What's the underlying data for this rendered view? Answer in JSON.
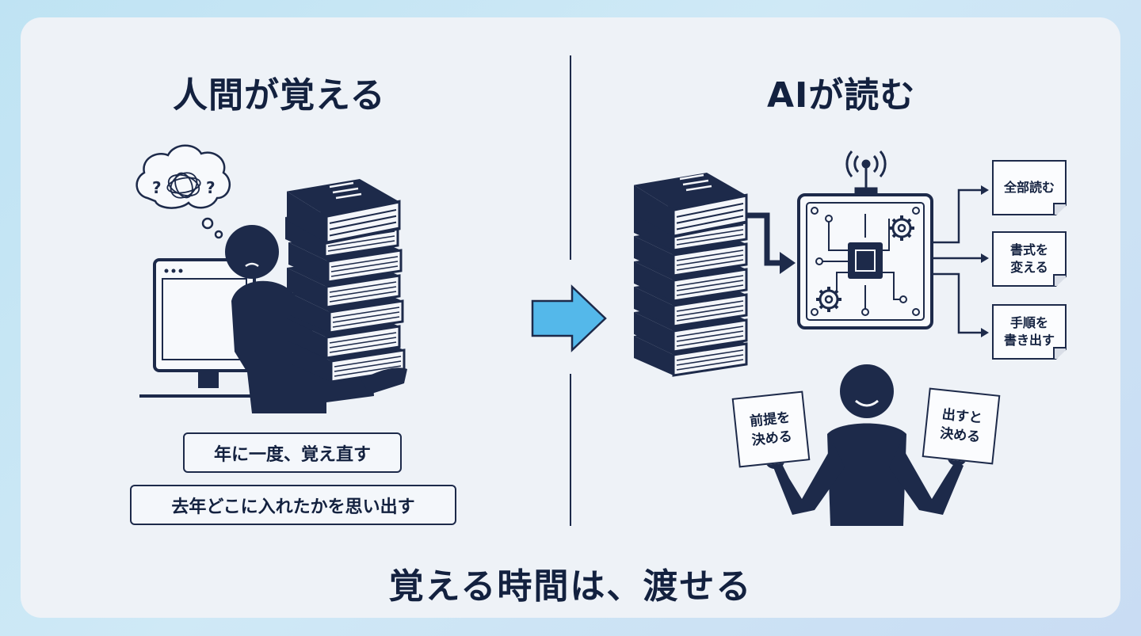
{
  "left": {
    "title": "人間が覚える",
    "pills": [
      "年に一度、覚え直す",
      "去年どこに入れたかを思い出す"
    ]
  },
  "right": {
    "title": "AIが読む",
    "outputs": [
      "全部読む",
      "書式を\n変える",
      "手順を\n書き出す"
    ],
    "signs": [
      "前提を\n決める",
      "出すと\n決める"
    ]
  },
  "footer": "覚える時間は、渡せる",
  "colors": {
    "navy": "#1d2a4a",
    "arrow": "#54b8ea",
    "card": "#eef2f7"
  },
  "icons": [
    "thought-bubble-icon",
    "monitor-icon",
    "book-stack-icon",
    "arrow-right-icon",
    "ai-chip-icon",
    "signal-icon",
    "gear-icon",
    "person-icon"
  ]
}
